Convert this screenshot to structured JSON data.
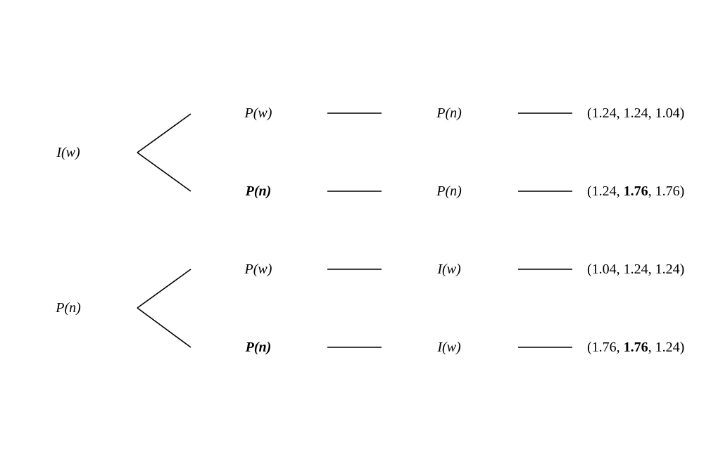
{
  "groups": [
    {
      "root": "I(w)",
      "rows": [
        {
          "first": "P(w)",
          "first_bold": false,
          "second": "P(n)",
          "payoff": {
            "open": "(",
            "a": "1.24",
            "b": "1.24",
            "c": "1.04",
            "sep": ", ",
            "close": ")",
            "b_bold": false
          }
        },
        {
          "first": "P(n)",
          "first_bold": true,
          "second": "P(n)",
          "payoff": {
            "open": "(",
            "a": "1.24",
            "b": "1.76",
            "c": "1.76",
            "sep": ", ",
            "close": ")",
            "b_bold": true
          }
        }
      ]
    },
    {
      "root": "P(n)",
      "rows": [
        {
          "first": "P(w)",
          "first_bold": false,
          "second": "I(w)",
          "payoff": {
            "open": "(",
            "a": "1.04",
            "b": "1.24",
            "c": "1.24",
            "sep": ", ",
            "close": ")",
            "b_bold": false
          }
        },
        {
          "first": "P(n)",
          "first_bold": true,
          "second": "I(w)",
          "payoff": {
            "open": "(",
            "a": "1.76",
            "b": "1.76",
            "c": "1.24",
            "sep": ", ",
            "close": ")",
            "b_bold": true
          }
        }
      ]
    }
  ]
}
